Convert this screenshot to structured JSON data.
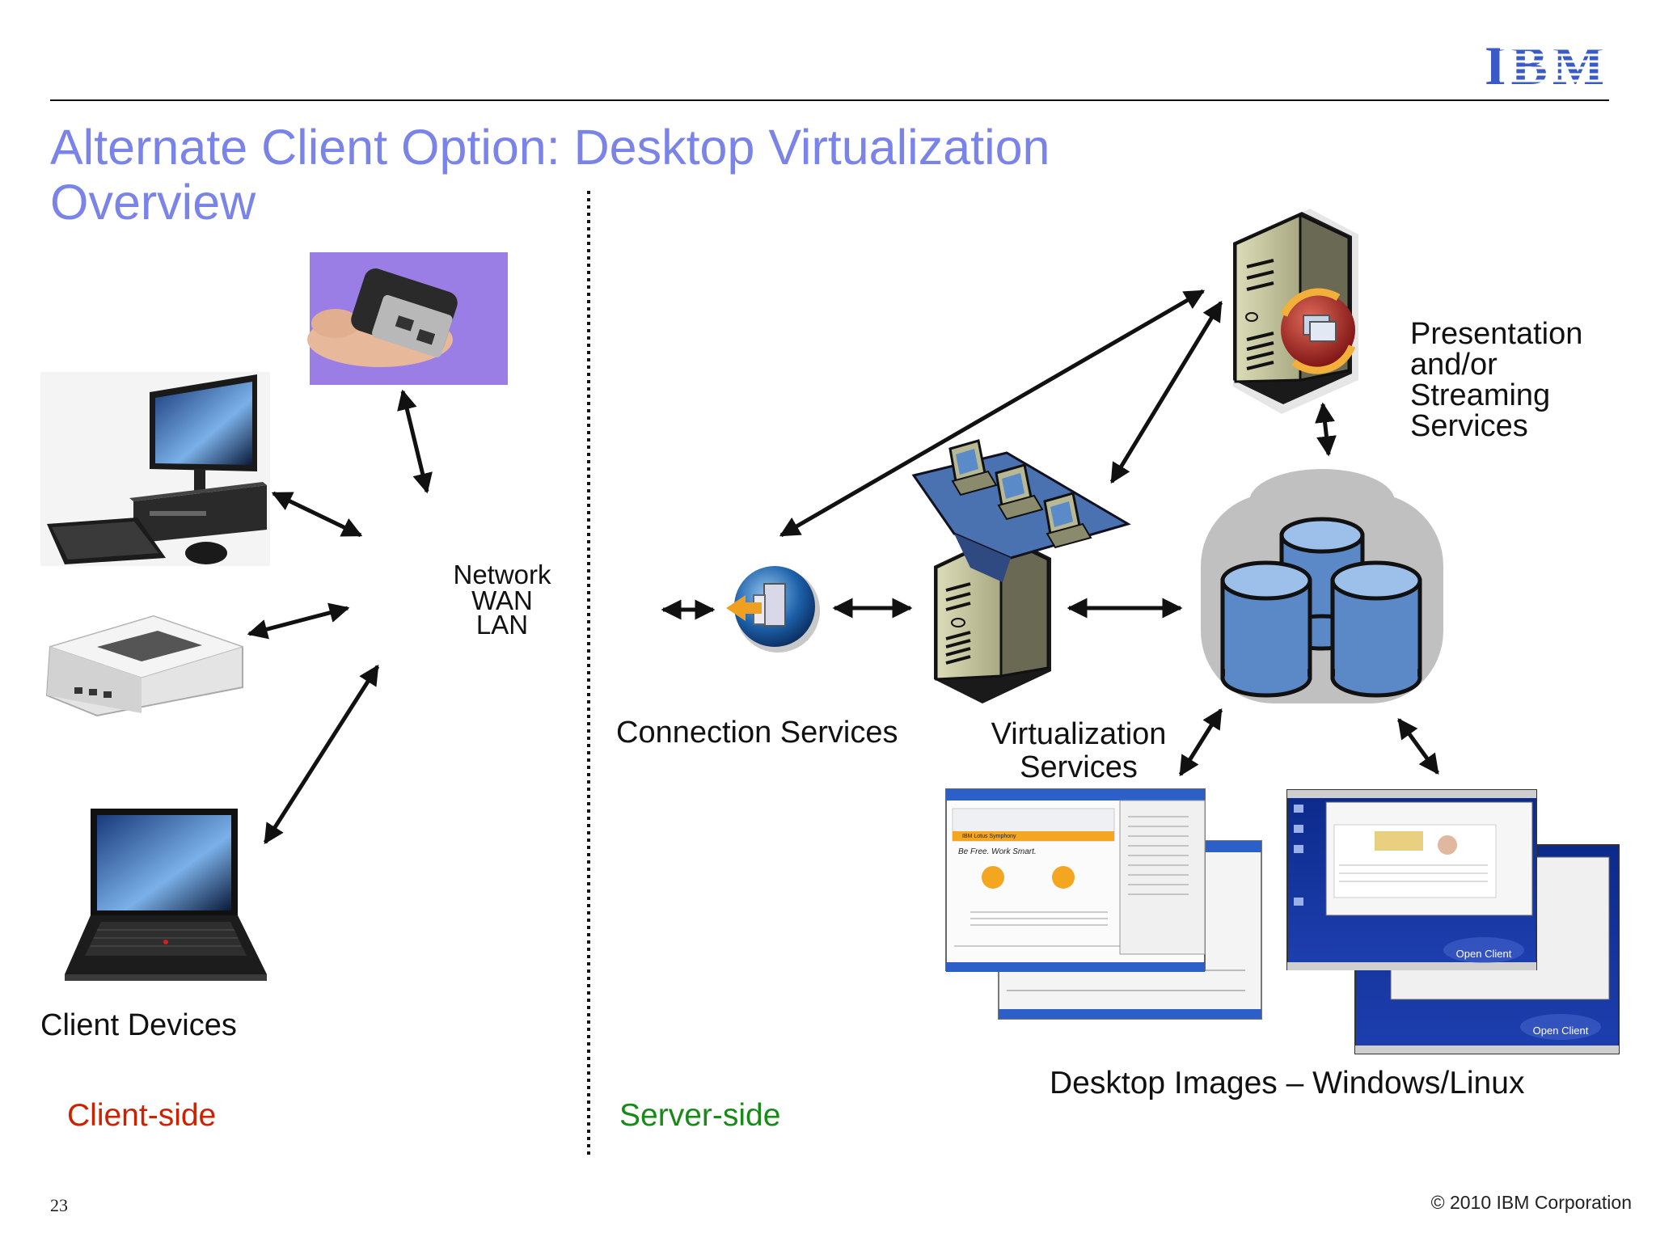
{
  "header": {
    "logo_text": "IBM",
    "title_line1": "Alternate Client Option: Desktop Virtualization",
    "title_line2": "Overview"
  },
  "client": {
    "devices_label": "Client Devices",
    "side_label": "Client-side"
  },
  "network": {
    "title": "Network",
    "line2": "WAN",
    "line3": "LAN"
  },
  "server": {
    "connection_label": "Connection Services",
    "virtualization_line1": "Virtualization",
    "virtualization_line2": "Services",
    "presentation_lines": [
      "Presentation",
      "and/or",
      "Streaming",
      "Services"
    ],
    "desktop_images_label": "Desktop Images – Windows/Linux",
    "side_label": "Server-side"
  },
  "screens": {
    "win_tagline": "Be Free. Work Smart.",
    "win_app": "IBM Lotus Symphony",
    "linux_label": "Open Client"
  },
  "footer": {
    "page_number": "23",
    "copyright": "© 2010 IBM Corporation"
  },
  "colors": {
    "title": "#7a84e8",
    "client_side": "#cc2200",
    "server_side": "#178a17",
    "ibm_logo": "#3a5bc7"
  }
}
